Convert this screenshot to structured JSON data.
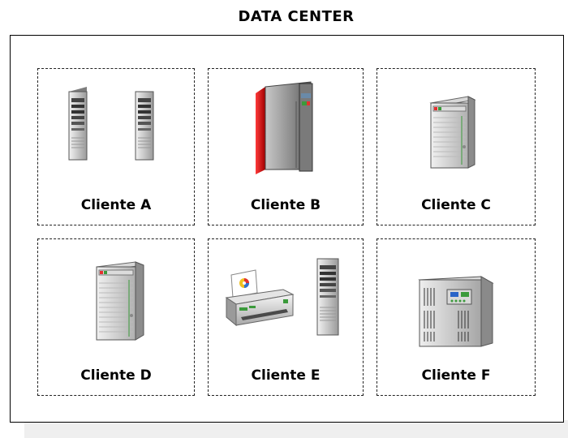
{
  "title": "DATA CENTER",
  "clients": [
    {
      "label": "Cliente A",
      "equipment": [
        "tower-server-icon",
        "tower-server-icon"
      ]
    },
    {
      "label": "Cliente B",
      "equipment": [
        "mainframe-icon"
      ]
    },
    {
      "label": "Cliente C",
      "equipment": [
        "server-cabinet-icon"
      ]
    },
    {
      "label": "Cliente D",
      "equipment": [
        "server-cabinet-icon"
      ]
    },
    {
      "label": "Cliente E",
      "equipment": [
        "printer-icon",
        "tower-server-icon"
      ]
    },
    {
      "label": "Cliente F",
      "equipment": [
        "ups-unit-icon"
      ]
    }
  ]
}
